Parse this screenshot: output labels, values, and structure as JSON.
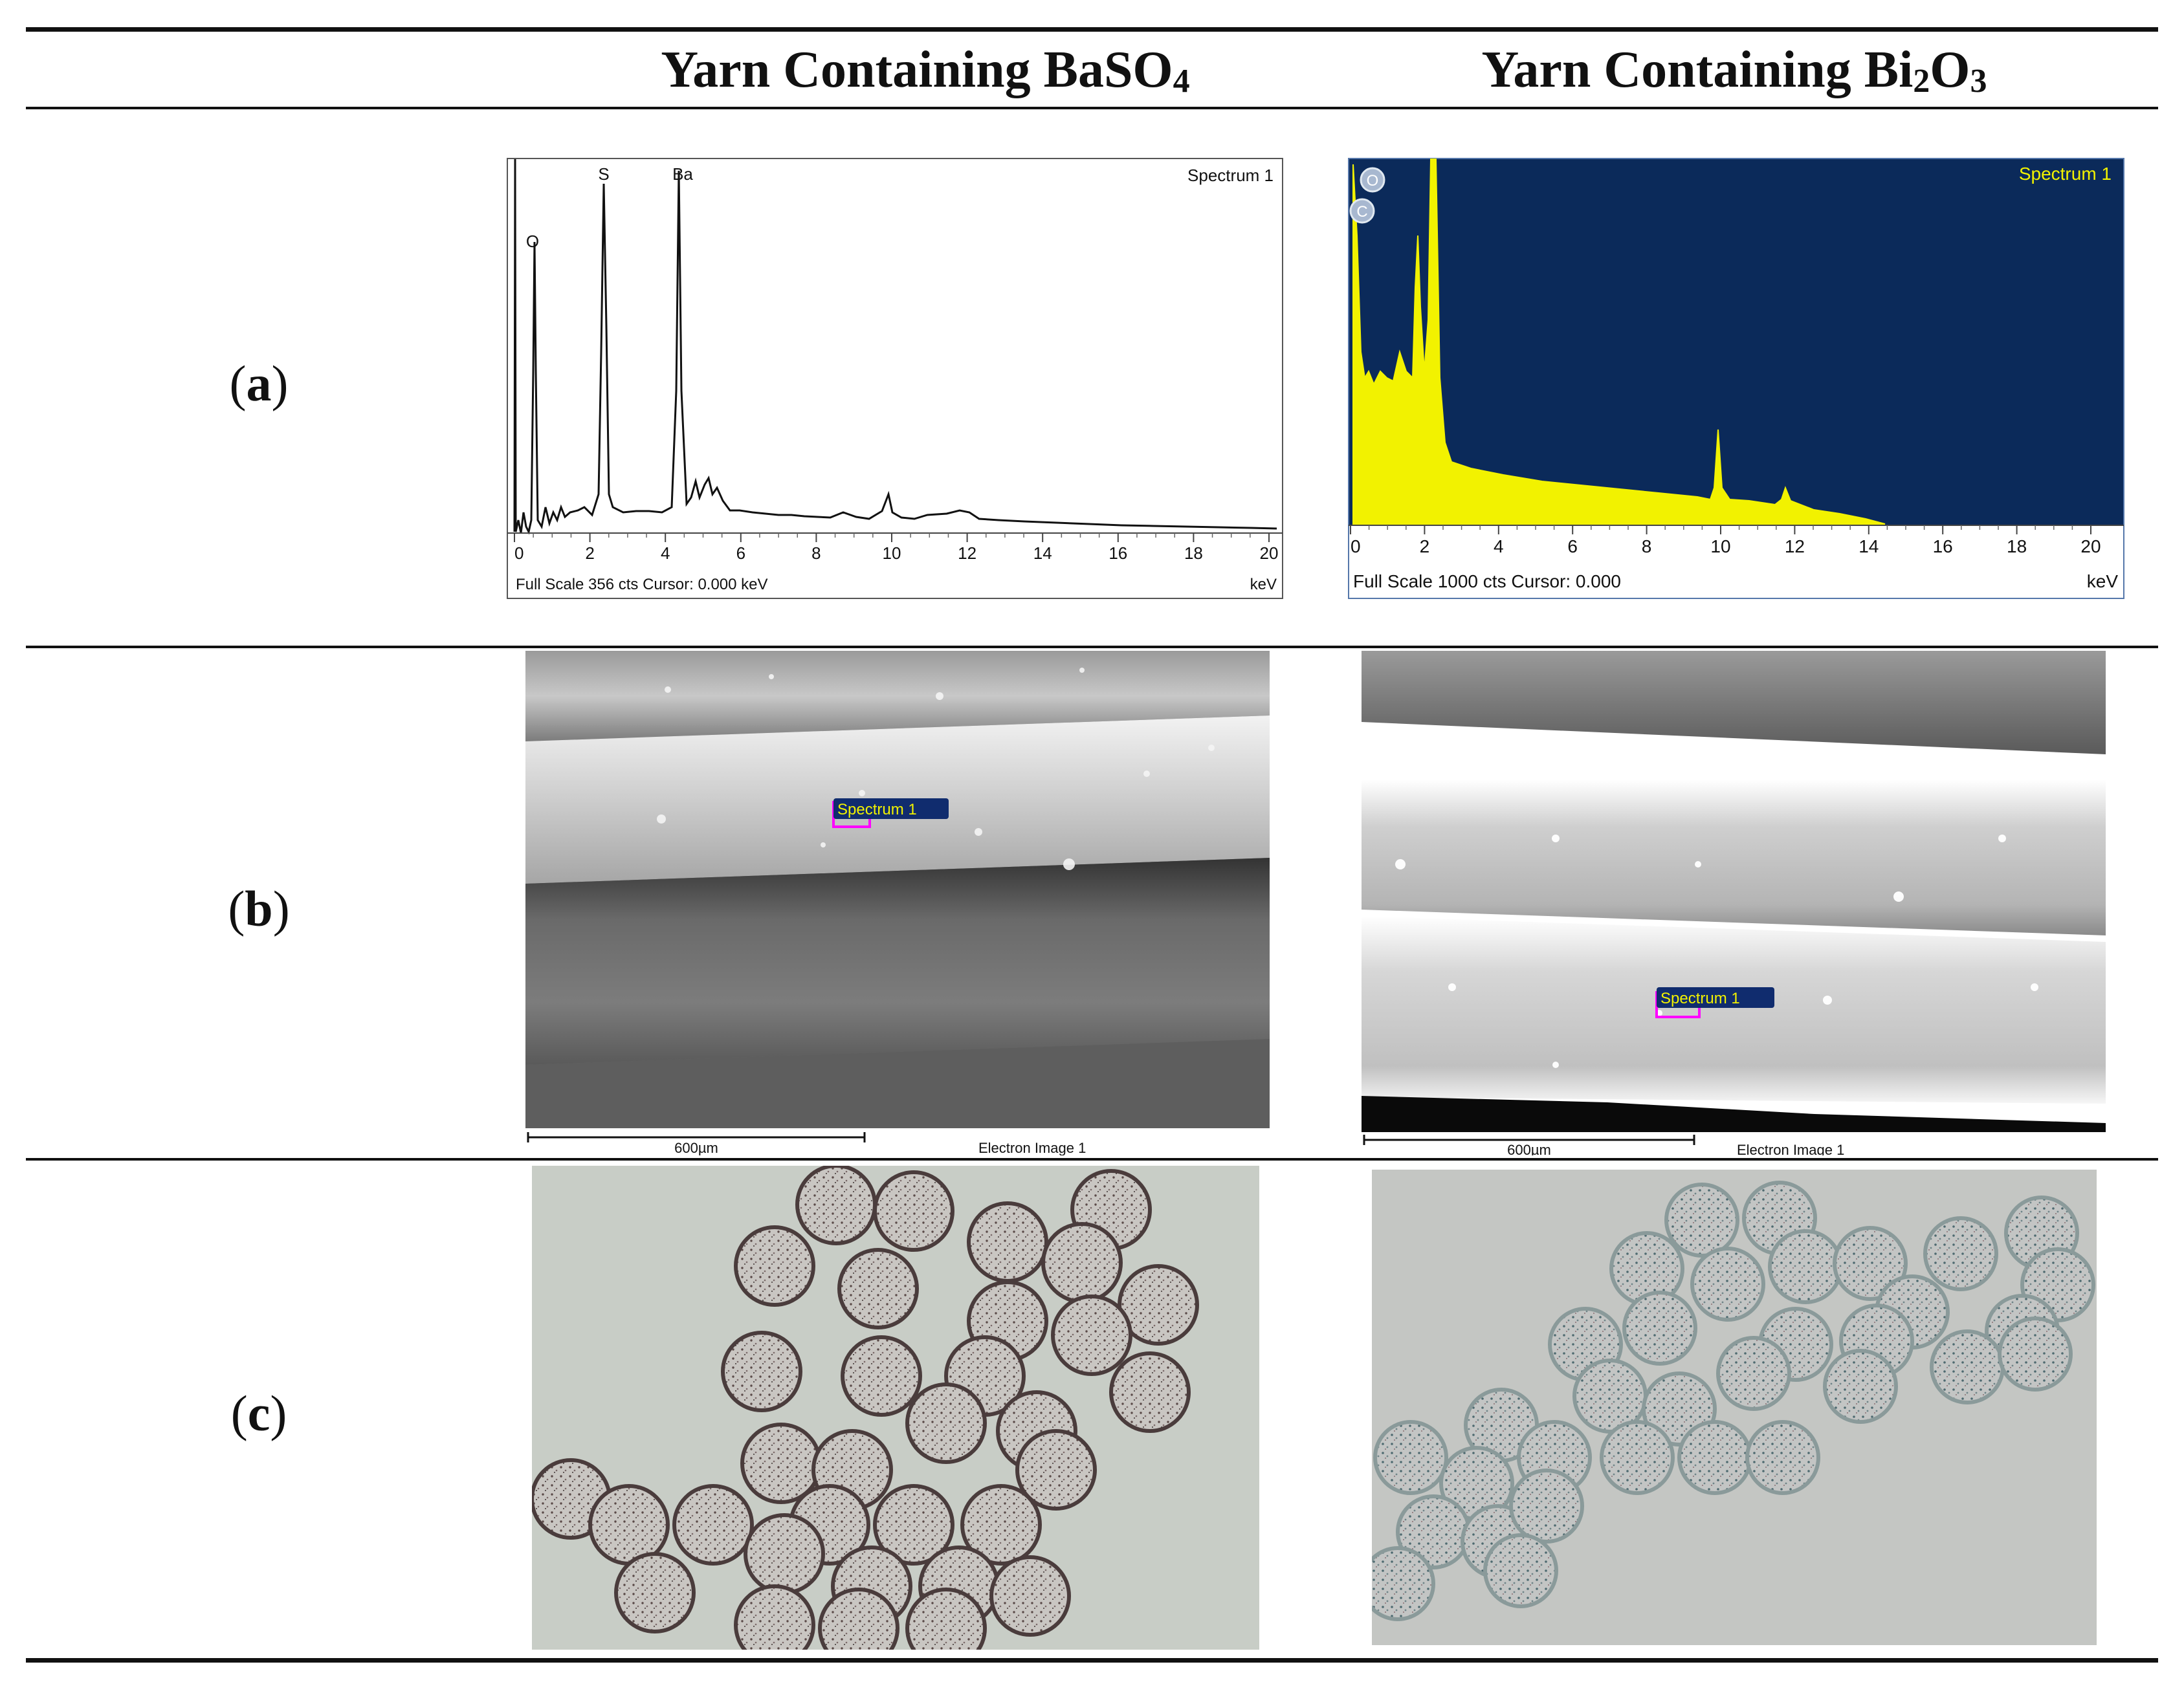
{
  "header": {
    "col1_prefix": "Yarn Containing BaSO",
    "col1_sub": "4",
    "col2_prefix": "Yarn Containing Bi",
    "col2_sub1": "2",
    "col2_mid": "O",
    "col2_sub2": "3"
  },
  "rows": {
    "a": {
      "open": "(",
      "letter": "a",
      "close": ")"
    },
    "b": {
      "open": "(",
      "letter": "b",
      "close": ")"
    },
    "c": {
      "open": "(",
      "letter": "c",
      "close": ")"
    }
  },
  "eds_left": {
    "spectrum_label": "Spectrum 1",
    "peak_labels": [
      "O",
      "S",
      "Ba"
    ],
    "axis_ticks": [
      "0",
      "2",
      "4",
      "6",
      "8",
      "10",
      "12",
      "14",
      "16",
      "18",
      "20"
    ],
    "footer": "Full Scale 356 cts  Cursor: 0.000 keV",
    "unit": "keV",
    "colors": {
      "background": "#ffffff",
      "trace": "#111111"
    }
  },
  "eds_right": {
    "spectrum_label": "Spectrum 1",
    "peak_labels": [
      "O",
      "C"
    ],
    "axis_ticks": [
      "0",
      "2",
      "4",
      "6",
      "8",
      "10",
      "12",
      "14",
      "16",
      "18",
      "20"
    ],
    "footer": "Full Scale 1000 cts Cursor: 0.000",
    "unit": "keV",
    "colors": {
      "background": "#0b2a5a",
      "trace": "#f2f200"
    }
  },
  "sem_left": {
    "spectrum_tag": "Spectrum 1",
    "scale_bar": "600µm",
    "caption": "Electron Image 1"
  },
  "sem_right": {
    "spectrum_tag": "Spectrum 1",
    "scale_bar": "600µm",
    "caption": "Electron Image 1"
  }
}
